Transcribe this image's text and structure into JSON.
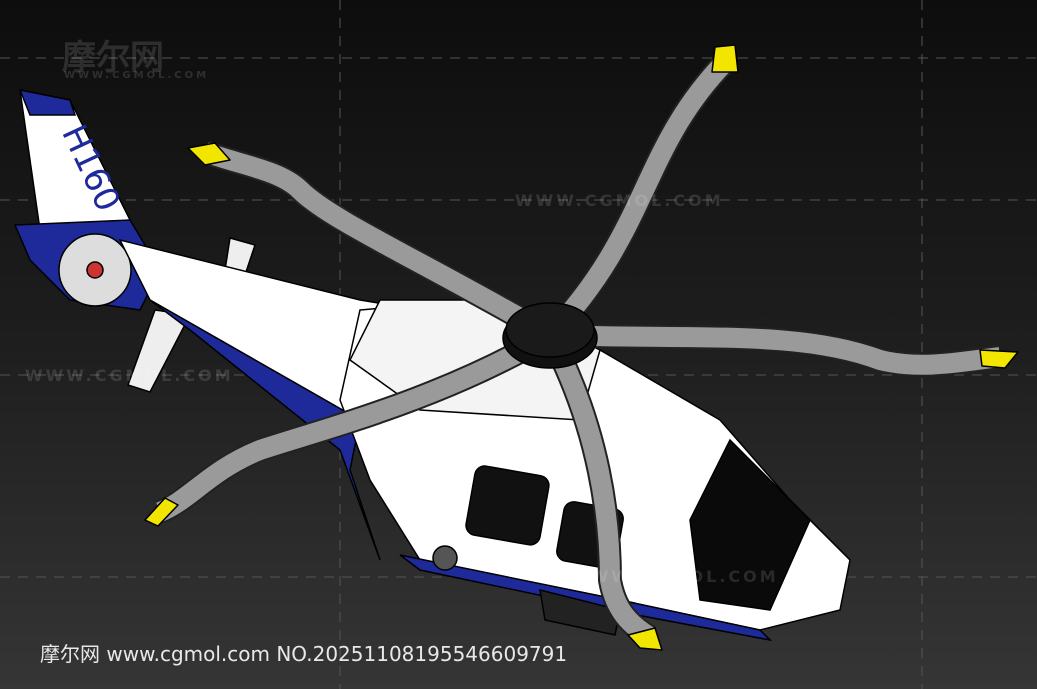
{
  "viewport": {
    "model_name": "H160",
    "tail_text": "H160"
  },
  "watermarks": {
    "logo": "摩尔网",
    "logo_url": "WWW.CGMOL.COM",
    "url": "WWW.CGMOL.COM"
  },
  "caption": "摩尔网 www.cgmol.com NO.20251108195546609791",
  "colors": {
    "body": "#ffffff",
    "stripe": "#1e2a9a",
    "blade": "#9a9a9a",
    "blade_tip": "#f2e600",
    "hub": "#111111"
  }
}
